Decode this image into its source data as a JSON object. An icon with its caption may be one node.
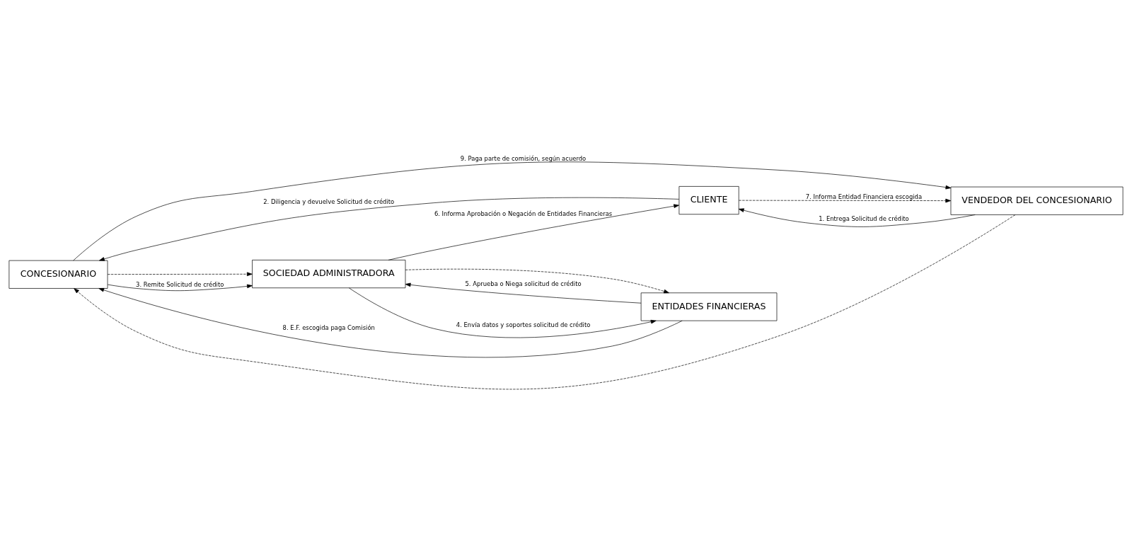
{
  "diagram": {
    "nodes": [
      {
        "text": [
          "CONCESIONARIO"
        ]
      },
      {
        "text": [
          "SOCIEDAD ADMINISTRADORA"
        ]
      },
      {
        "text": [
          "CLIENTE"
        ]
      },
      {
        "text": [
          "ENTIDADES FINANCIERAS"
        ]
      },
      {
        "text": [
          "VENDEDOR DEL CONCESIONARIO"
        ]
      }
    ],
    "edges": [
      {
        "from": 4,
        "to": 2,
        "arrow": "to",
        "label": "1. Entrega Solicitud de crédito"
      },
      {
        "from": 2,
        "to": 0,
        "arrow": "to",
        "label": "2. Diligencia y devuelve Solicitud de crédito"
      },
      {
        "from": 0,
        "to": 1,
        "arrow": "to",
        "label": "3. Remite Solicitud de crédito"
      },
      {
        "from": 0,
        "to": 1,
        "arrow": "to",
        "style": "dashed"
      },
      {
        "from": 1,
        "to": 3,
        "arrow": "to",
        "label": "4. Envía datos y soportes solicitud de crédito"
      },
      {
        "from": 1,
        "to": 3,
        "arrow": "to",
        "style": "dashed"
      },
      {
        "from": 3,
        "to": 1,
        "arrow": "to",
        "label": "5. Aprueba o Niega solicitud de crédito"
      },
      {
        "from": 1,
        "to": 2,
        "arrow": "to",
        "label": "6. Informa Aprobación o Negación de Entidades Financieras"
      },
      {
        "from": 2,
        "to": 4,
        "arrow": "to",
        "style": "dashed",
        "label": "7. Informa Entidad Financiera escogida"
      },
      {
        "from": 3,
        "to": 0,
        "arrow": "to",
        "label": "8. E.F. escogida paga Comisión"
      },
      {
        "from": 0,
        "to": 4,
        "arrow": "to",
        "label": "9. Paga parte de comisión, según acuerdo"
      },
      {
        "from": 4,
        "to": 0,
        "arrow": "to",
        "style": "dashed"
      }
    ]
  }
}
